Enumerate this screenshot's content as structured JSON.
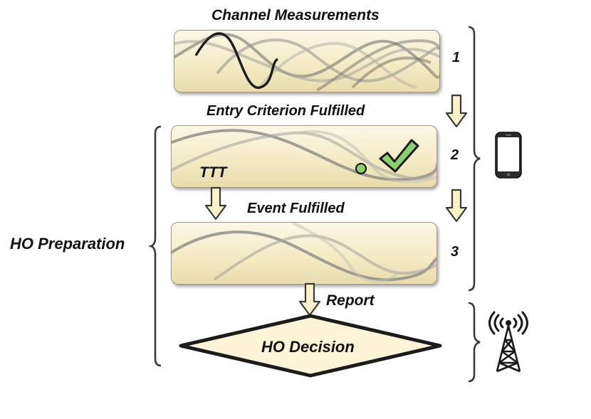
{
  "diagram": {
    "stages": [
      {
        "label": "Channel Measurements",
        "number": "1"
      },
      {
        "label": "Entry Criterion Fulfilled",
        "number": "2"
      },
      {
        "label": "Event Fulfilled",
        "number": "3"
      }
    ],
    "ttt_label": "TTT",
    "report_label": "Report",
    "decision_label": "HO Decision",
    "preparation_label": "HO Preparation",
    "icons": [
      "smartphone-icon",
      "cell-tower-icon",
      "checkmark-icon"
    ],
    "colors": {
      "panel_fill": "#f4ebc6",
      "arrow_fill": "#fbf3c8",
      "decision_fill": "#fdf3d6",
      "check_green": "#8ccf6e"
    }
  }
}
